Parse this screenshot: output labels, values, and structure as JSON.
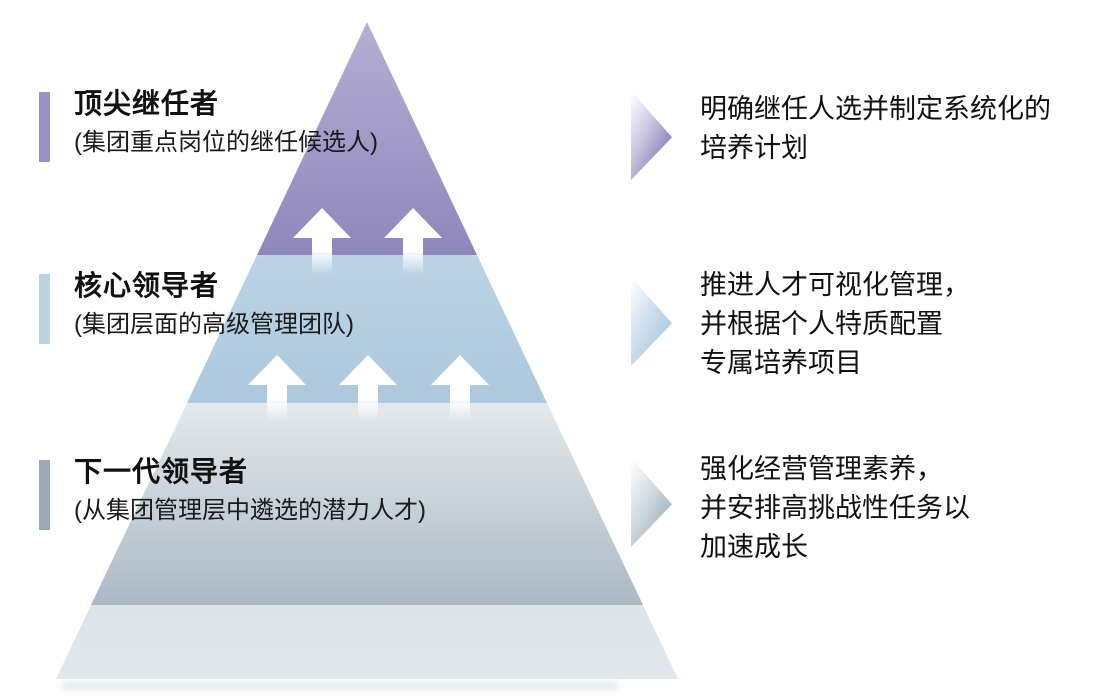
{
  "colors": {
    "text": "#1a1a1a",
    "tier1_top": "#b5afd3",
    "tier1_bottom": "#8f86bc",
    "tier2_top": "#bbd3e6",
    "tier2_bottom": "#adc8dd",
    "tier3_top": "#e4e9ec",
    "tier3_bottom": "#aab9c4",
    "tier4_top": "#dde4e9",
    "tier4_bottom": "#e1e7eb",
    "bar1": "#9a92c6",
    "bar2": "#b9d3e5",
    "bar3": "#9aa9b4",
    "arrow1_light": "#c9c4e0",
    "arrow1_dark": "#7e75b4",
    "arrow2_light": "#cfe0ee",
    "arrow2_dark": "#a5c4dc",
    "arrow3_light": "#d3dbe1",
    "arrow3_dark": "#9cafba",
    "up_arrow": "#ffffff"
  },
  "tiers": [
    {
      "label": "顶尖继任者",
      "sublabel": "(集团重点岗位的继任候选人)",
      "action_lines": [
        "明确继任人选并制定系统化的",
        "培养计划"
      ]
    },
    {
      "label": "核心领导者",
      "sublabel": "(集团层面的高级管理团队)",
      "action_lines": [
        "推进人才可视化管理，",
        "并根据个人特质配置",
        "专属培养项目"
      ]
    },
    {
      "label": "下一代领导者",
      "sublabel": "(从集团管理层中遴选的潜力人才)",
      "action_lines": [
        "强化经营管理素养，",
        "并安排高挑战性任务以",
        "加速成长"
      ]
    }
  ]
}
